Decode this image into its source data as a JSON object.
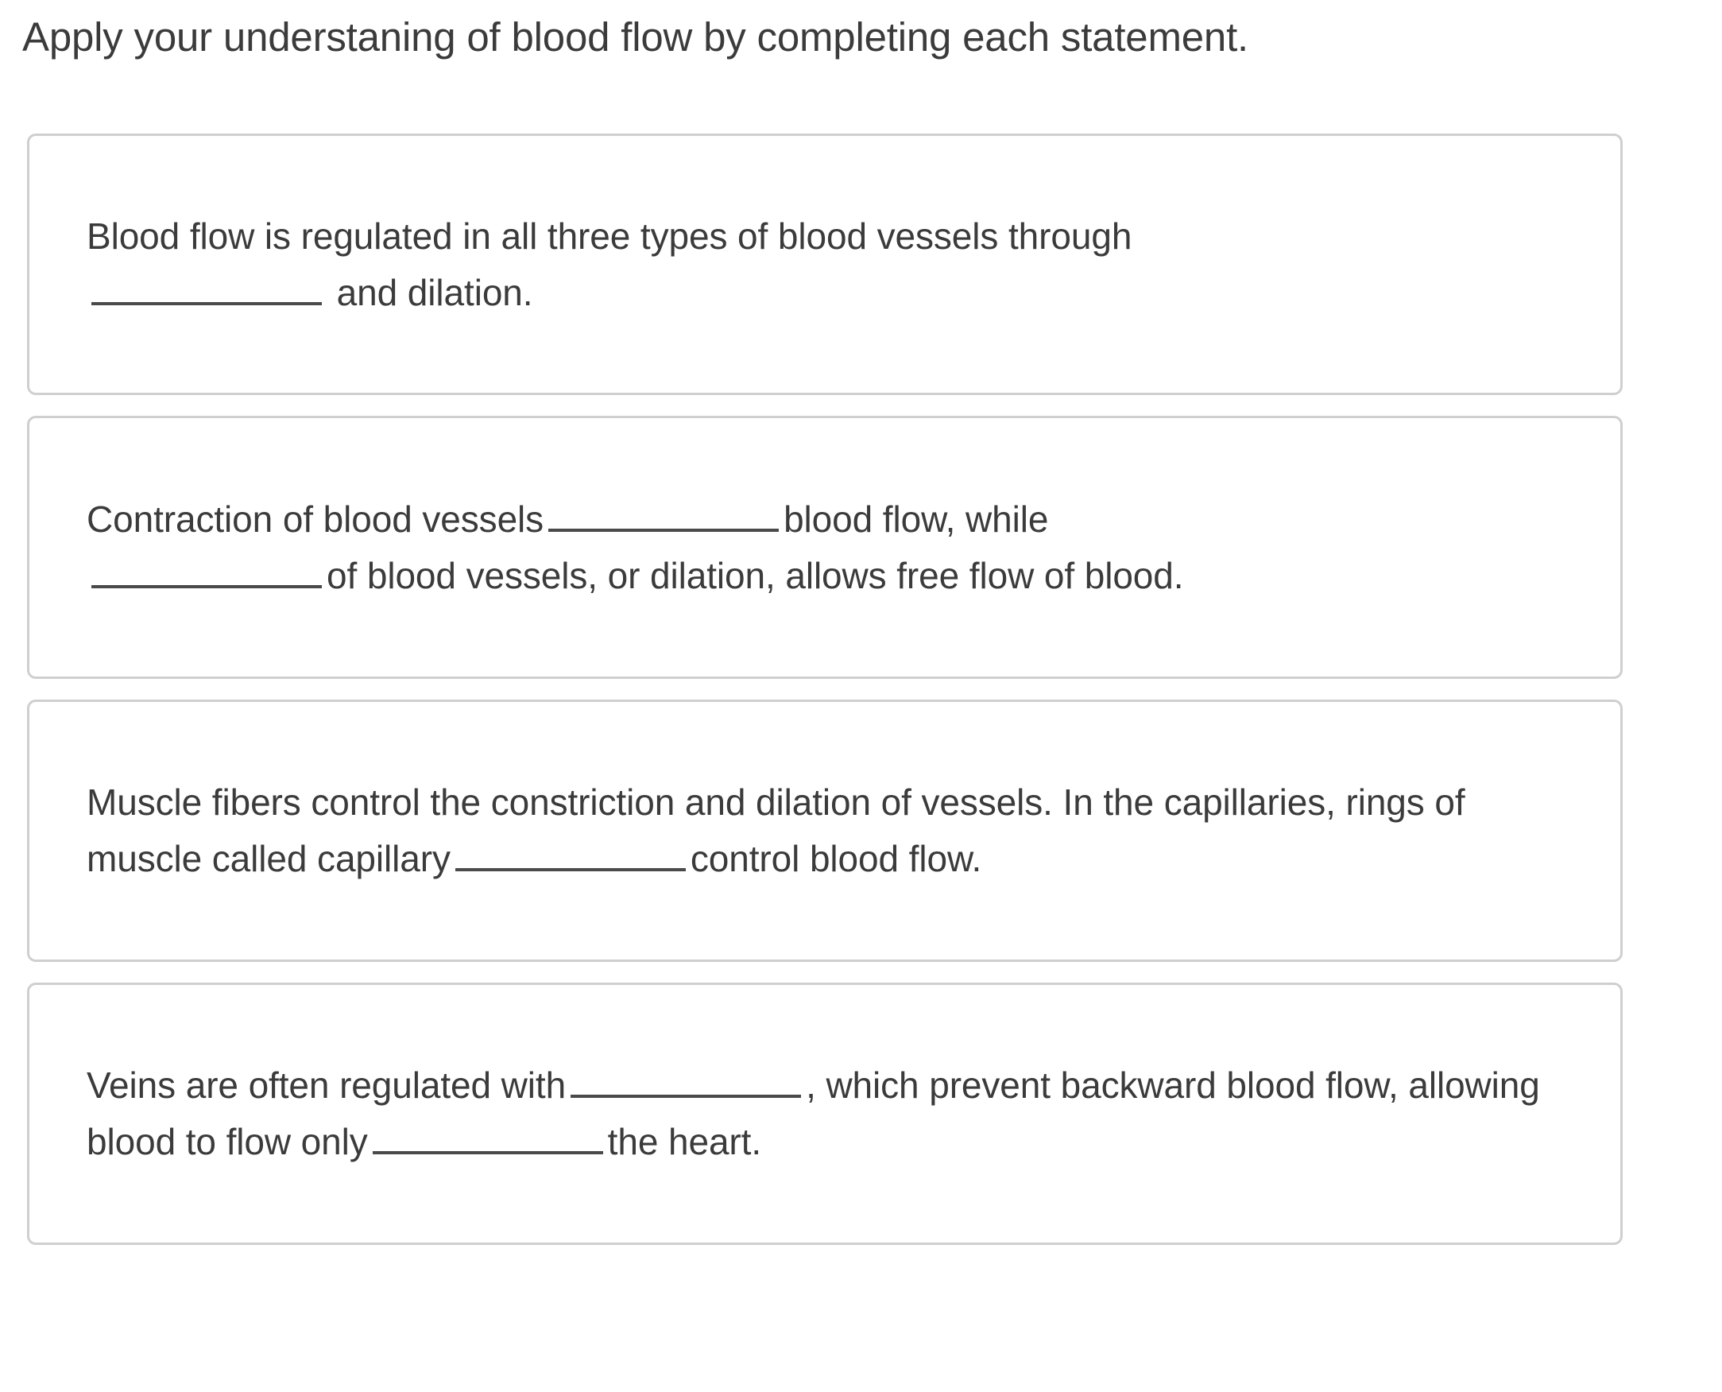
{
  "page": {
    "background_color": "#ffffff",
    "text_color": "#3b3b3b",
    "card_border_color": "#cfcfcf",
    "blank_rule_color": "#4a4a4a"
  },
  "heading": {
    "text": "Apply your understaning of blood flow by completing each statement."
  },
  "statements": [
    {
      "id": "statement-1",
      "segments": {
        "part1": "Blood flow is regulated in all three types of blood vessels through",
        "part2": " and dilation."
      }
    },
    {
      "id": "statement-2",
      "segments": {
        "part1": "Contraction of blood vessels",
        "part2": "blood flow, while",
        "part3": "of blood vessels, or dilation, allows free flow of blood."
      }
    },
    {
      "id": "statement-3",
      "segments": {
        "part1": "Muscle fibers control the constriction and dilation of vessels. In the capillaries, rings of muscle called capillary",
        "part2": "control blood flow."
      }
    },
    {
      "id": "statement-4",
      "segments": {
        "part1": "Veins are often regulated with",
        "part2": ", which prevent backward blood flow, allowing blood to flow only",
        "part3": "the heart."
      }
    }
  ]
}
